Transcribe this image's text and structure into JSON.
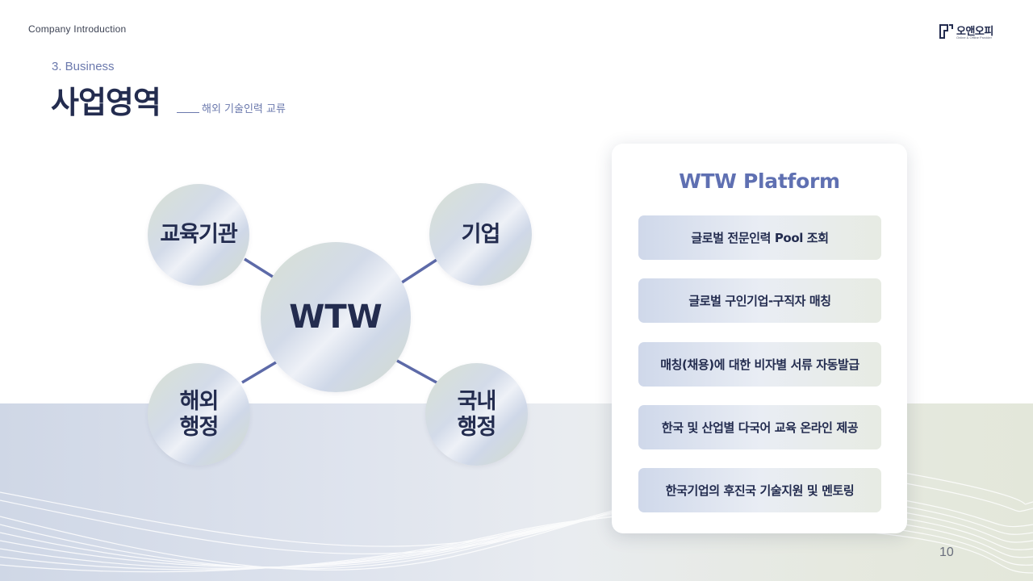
{
  "header": {
    "label": "Company Introduction",
    "logo": {
      "name": "오앤오피",
      "tagline": "Online & Offline Provider",
      "icon": "brand-logo-icon"
    }
  },
  "title_block": {
    "section_number": "3. Business",
    "title": "사업영역",
    "subtitle": "해외 기술인력 교류"
  },
  "diagram": {
    "center": "WTW",
    "nodes": [
      {
        "lines": [
          "교육기관"
        ]
      },
      {
        "lines": [
          "기업"
        ]
      },
      {
        "lines": [
          "해외",
          "행정"
        ]
      },
      {
        "lines": [
          "국내",
          "행정"
        ]
      }
    ]
  },
  "platform": {
    "title": "WTW Platform",
    "features": [
      "글로벌 전문인력 Pool 조회",
      "글로벌 구인기업-구직자 매칭",
      "매칭(채용)에 대한 비자별 서류 자동발급",
      "한국 및 산업별 다국어 교육 온라인 제공",
      "한국기업의 후진국 기술지원 및 멘토링"
    ]
  },
  "page_number": "10",
  "colors": {
    "navy": "#232c4f",
    "accent": "#5f70b2",
    "connector": "#5d6aa8"
  }
}
